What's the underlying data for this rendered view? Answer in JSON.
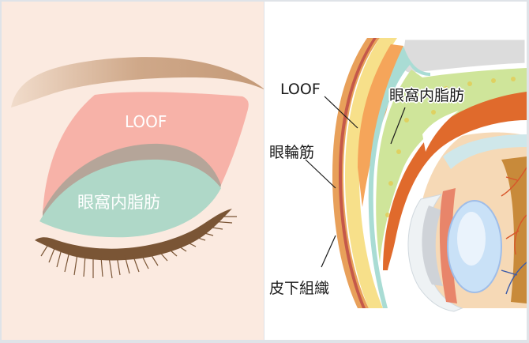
{
  "left_panel": {
    "title": "eyelid surface view",
    "labels": {
      "loof": "LOOF",
      "orbital_fat": "眼窩内脂肪"
    },
    "colors": {
      "background": "#fbeae0",
      "eyebrow": "#c9a283",
      "loof_region": "#f7b2a8",
      "fold_band": "#b8a89e",
      "orbital_fat_region": "#afd8c8",
      "eyelash": "#7a5535"
    }
  },
  "right_panel": {
    "title": "eyelid cross-section",
    "labels": {
      "loof": "LOOF",
      "orbital_fat": "眼窩内脂肪",
      "orbicularis": "眼輪筋",
      "subcutaneous": "皮下組織"
    },
    "colors": {
      "background": "#ffffff",
      "skin": "#e8a05a",
      "muscle": "#c4584a",
      "subcutaneous": "#f7e08a",
      "loof": "#f5a55a",
      "septum": "#a9dcd4",
      "orbital_fat": "#cfe59a",
      "bone": "#dcdcdc",
      "levator": "#e06a2c",
      "lens": "#c9e1f7",
      "iris": "#c88a3a",
      "eyeball": "#f6d9b6",
      "vessel_red": "#d8552a",
      "vessel_blue": "#3a5aa8"
    }
  }
}
